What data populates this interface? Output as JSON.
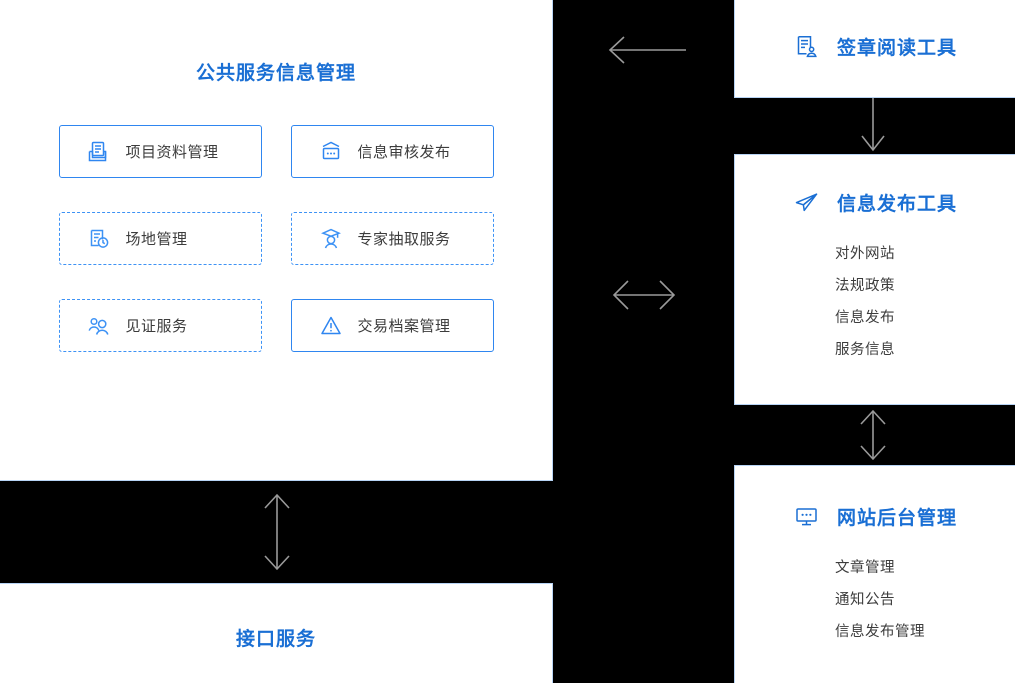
{
  "theme": {
    "accent": "#1a6fd4",
    "tile_border_solid": "#2f86f0",
    "tile_border_dashed": "#3d92f5",
    "card_border": "#b8d4f5",
    "label_color": "#3c3c3c",
    "background": "#000000",
    "arrow_color": "#9a9a9a"
  },
  "public_service": {
    "title": "公共服务信息管理",
    "tiles": [
      {
        "label": "项目资料管理",
        "icon": "document-lines-icon",
        "style": "solid"
      },
      {
        "label": "信息审核发布",
        "icon": "inbox-tray-icon",
        "style": "solid"
      },
      {
        "label": "场地管理",
        "icon": "document-clock-icon",
        "style": "dashed"
      },
      {
        "label": "专家抽取服务",
        "icon": "graduate-person-icon",
        "style": "dashed"
      },
      {
        "label": "见证服务",
        "icon": "two-people-icon",
        "style": "dashed"
      },
      {
        "label": "交易档案管理",
        "icon": "warning-triangle-icon",
        "style": "solid"
      }
    ]
  },
  "interface_service": {
    "title": "接口服务"
  },
  "seal_reader": {
    "title": "签章阅读工具",
    "icon": "document-seal-icon"
  },
  "info_publish": {
    "title": "信息发布工具",
    "icon": "paper-plane-icon",
    "items": [
      "对外网站",
      "法规政策",
      "信息发布",
      "服务信息"
    ]
  },
  "site_backend": {
    "title": "网站后台管理",
    "icon": "monitor-icon",
    "items": [
      "文章管理",
      "通知公告",
      "信息发布管理"
    ]
  },
  "connectors": [
    {
      "name": "seal-to-public",
      "direction": "left"
    },
    {
      "name": "seal-to-publish",
      "direction": "down"
    },
    {
      "name": "publish-to-public",
      "direction": "left-right"
    },
    {
      "name": "publish-to-backend",
      "direction": "up-down"
    },
    {
      "name": "public-to-interface",
      "direction": "up-down"
    }
  ]
}
